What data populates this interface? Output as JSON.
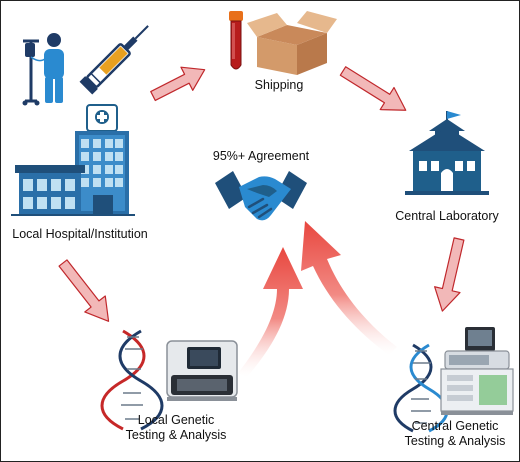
{
  "labels": {
    "shipping": "Shipping",
    "agreement": "95%+ Agreement",
    "central_laboratory": "Central Laboratory",
    "local_hospital": "Local Hospital/Institution",
    "local_testing_line1": "Local Genetic",
    "local_testing_line2": "Testing & Analysis",
    "central_testing_line1": "Central Genetic",
    "central_testing_line2": "Testing & Analysis"
  },
  "icons": [
    "patient-iv-icon",
    "syringe-icon",
    "blood-tube-icon",
    "shipping-box-icon",
    "hospital-building-icon",
    "school-building-icon",
    "handshake-icon",
    "dna-helix-icon",
    "sequencer-icon",
    "lab-instrument-icon"
  ],
  "colors": {
    "arrow_fill": "#f2b8b8",
    "arrow_stroke": "#c0282c",
    "big_arrow": "#e8473f",
    "navy": "#1f5f8b",
    "dna_red": "#c62828",
    "dna_navy": "#1f3b66"
  }
}
